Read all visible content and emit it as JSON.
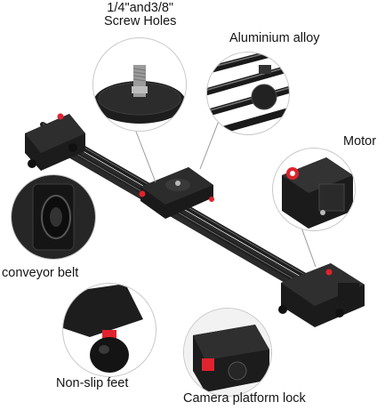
{
  "labels": {
    "screw_holes_line1": "1/4\"and3/8\"",
    "screw_holes_line2": "Screw Holes",
    "aluminium": "Aluminium alloy",
    "motor": "Motor",
    "conveyor": "conveyor belt",
    "feet": "Non-slip feet",
    "platform_lock": "Camera platform lock"
  },
  "colors": {
    "body": "#1c1c1c",
    "rail": "#222222",
    "accent_red": "#e0232e",
    "circle_border": "#c9c9c9"
  }
}
